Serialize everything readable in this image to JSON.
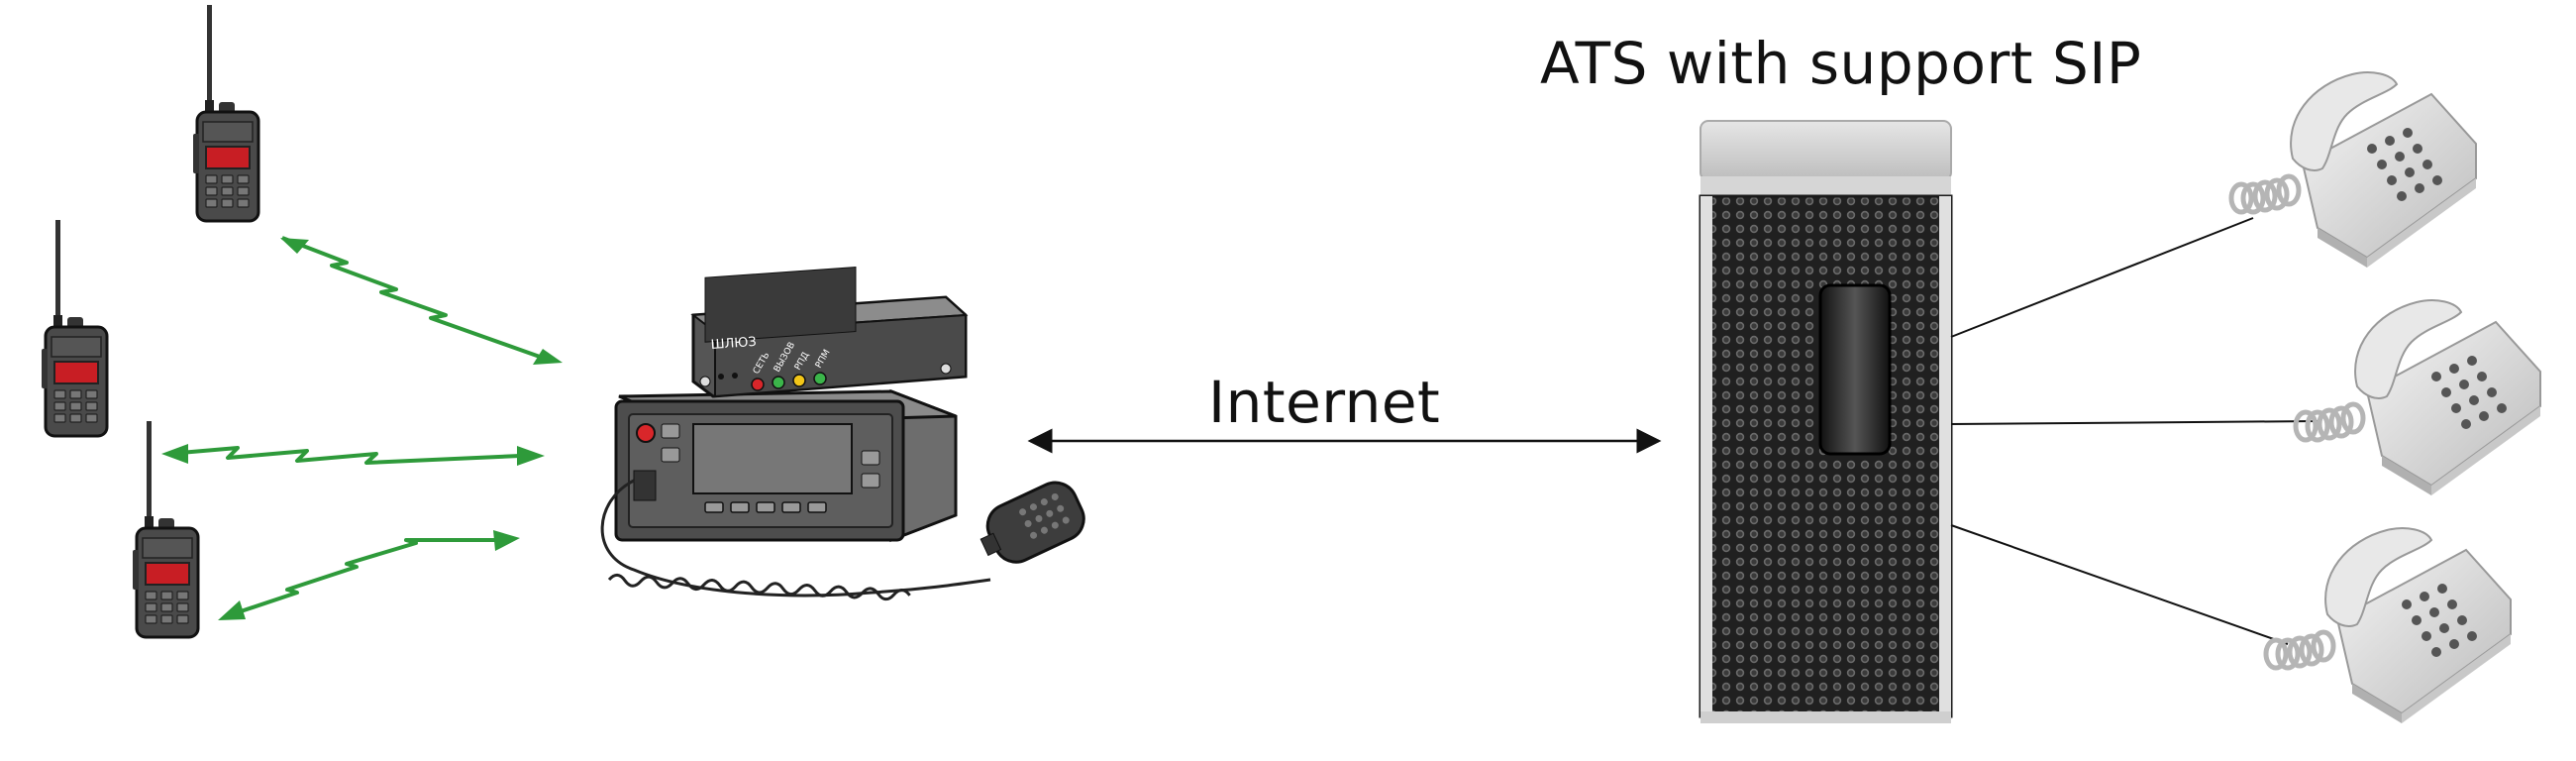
{
  "labels": {
    "ats_title": "ATS with support SIP",
    "internet": "Internet",
    "gateway_name": "ШЛЮЗ",
    "gateway_leds": [
      "СЕТЬ",
      "ВЫЗОВ",
      "РПД",
      "РПМ"
    ]
  },
  "colors": {
    "radio_wave": "#2e9a3a",
    "led_red": "#d9262a",
    "led_green": "#3bb54a",
    "led_yellow": "#f2c618",
    "radio_display": "#c81e24",
    "server_body": "#2b2b2b"
  },
  "icons": {
    "handheld_radio": "walkie-talkie-icon",
    "base_station": "radio-gateway-icon",
    "microphone": "handheld-mic-icon",
    "server": "ats-server-icon",
    "desk_phone": "desk-phone-icon"
  }
}
